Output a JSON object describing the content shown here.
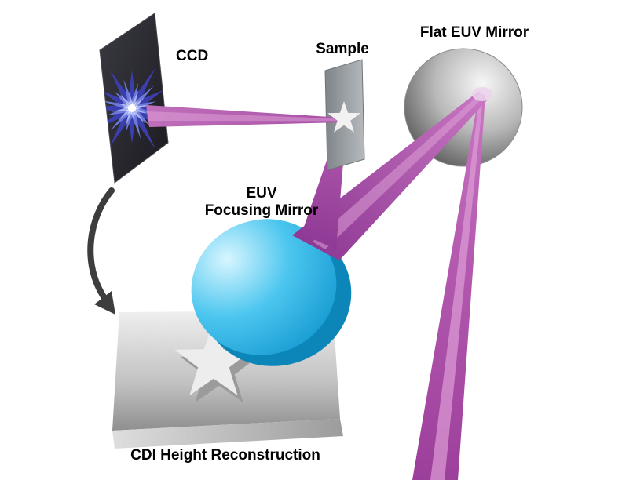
{
  "diagram": {
    "background": "#ffffff",
    "labels": {
      "ccd": "CCD",
      "sample": "Sample",
      "flat_mirror": "Flat EUV Mirror",
      "focusing_mirror_line1": "EUV",
      "focusing_mirror_line2": "Focusing Mirror",
      "reconstruction": "CDI Height Reconstruction"
    },
    "colors": {
      "beam_main": "#a94ba3",
      "beam_dark": "#8a3590",
      "beam_light": "#dd9ed6",
      "focusing_mirror_face": "#18aee3",
      "focusing_mirror_rim": "#0c85b8",
      "flat_mirror_light": "#f7f7f7",
      "flat_mirror_dark": "#3f3f3f",
      "ccd_panel": "#26242b",
      "diffraction_outer": "#3b3fae",
      "diffraction_mid": "#6e79dd",
      "diffraction_inner": "#aab6f2",
      "sample_panel": "#9aa0a6",
      "slab_light": "#ececec",
      "slab_dark": "#9a9a9a",
      "star_fill": "#ededed",
      "star_shadow": "#9b9b9b",
      "arrow": "#3d3d3d"
    }
  }
}
